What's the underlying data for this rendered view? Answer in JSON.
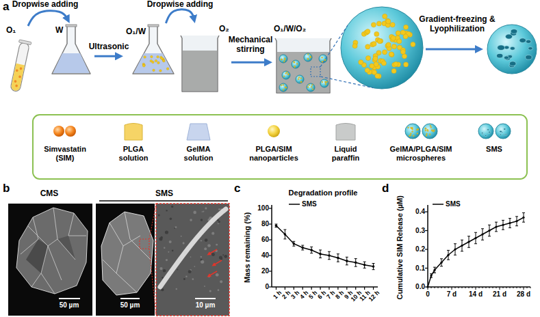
{
  "diagram": {
    "nodes": [
      {
        "text": [
          "O₁"
        ]
      },
      {
        "text": [
          "W"
        ]
      },
      {
        "text": [
          "O₁/W"
        ]
      },
      {
        "text": [
          "O₂"
        ]
      },
      {
        "text": [
          "O₁/W/O₂"
        ]
      }
    ],
    "edges": [
      {
        "from": 0,
        "to": 1,
        "arrow": "to",
        "label": "Dropwise adding"
      },
      {
        "from": 1,
        "to": 2,
        "arrow": "to",
        "label": "Ultrasonic"
      },
      {
        "from": 2,
        "to": 3,
        "arrow": "to",
        "label": "Dropwise adding"
      },
      {
        "from": 3,
        "to": 4,
        "arrow": "to",
        "label": "Mechanical stirring"
      }
    ],
    "labels": [
      "a",
      "Gradient-freezing & Lyophilization",
      "b",
      "CMS",
      "SMS",
      "50 µm",
      "50 µm",
      "10 µm",
      "c",
      "Degradation profile",
      "Mass remaining (%)",
      "0",
      "20",
      "40",
      "60",
      "80",
      "100",
      "1 h",
      "2 h",
      "3 h",
      "4 h",
      "5 h",
      "6 h",
      "7 h",
      "8 h",
      "9 h",
      "10 h",
      "11 h",
      "12 h",
      "d",
      "Cumulative SIM Release (µM)",
      "0.0",
      "0.1",
      "0.2",
      "0.3",
      "0.4",
      "0",
      "7 d",
      "14 d",
      "21 d",
      "28 d"
    ],
    "legend": [
      {
        "text": "Simvastatin (SIM)"
      },
      {
        "text": "PLGA solution"
      },
      {
        "text": "GelMA solution"
      },
      {
        "text": "PLGA/SIM nanoparticles"
      },
      {
        "text": "Liquid paraffin"
      },
      {
        "text": "GelMA/PLGA/SIM microspheres"
      },
      {
        "text": "SMS"
      },
      {
        "text": "SMS"
      },
      {
        "text": "SMS"
      }
    ]
  }
}
